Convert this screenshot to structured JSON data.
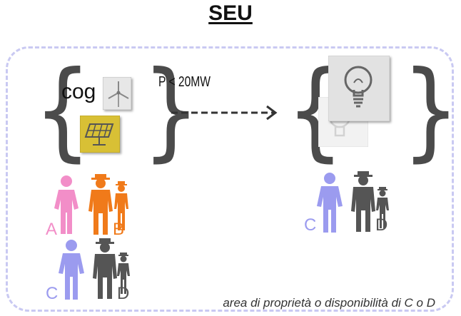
{
  "title": "SEU",
  "producer": {
    "label": "cog",
    "icons": [
      "wind-turbine-icon",
      "solar-panel-icon"
    ]
  },
  "connection": {
    "label": "P < 20MW"
  },
  "consumer": {
    "icons": [
      "light-bulb-icon",
      "light-bulb-icon"
    ]
  },
  "parties": {
    "a": "A",
    "b": "B",
    "c": "C",
    "d": "D"
  },
  "area_label": "area di proprietà o disponibilità di C o D",
  "colors": {
    "A": "#f28ec8",
    "B": "#f07a1a",
    "C": "#9b9bef",
    "D": "#555555",
    "solar_tile": "#d8c035",
    "area_border": "#c9c9f2",
    "brace": "#4b4b4b"
  }
}
